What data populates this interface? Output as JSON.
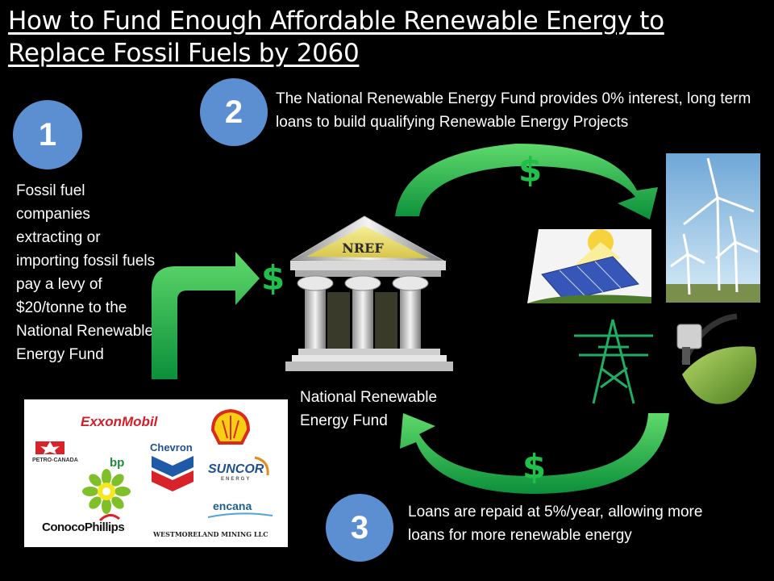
{
  "title": "How to Fund Enough Affordable Renewable Energy to Replace Fossil Fuels by 2060",
  "steps": {
    "one": {
      "number": "1",
      "text": "Fossil fuel companies extracting or importing fossil fuels pay a levy of $20/tonne to the National Renewable Energy Fund"
    },
    "two": {
      "number": "2",
      "text": "The National Renewable Energy Fund provides 0% interest, long term loans to build qualifying Renewable Energy Projects"
    },
    "three": {
      "number": "3",
      "text": "Loans are repaid at 5%/year, allowing more loans for more renewable energy"
    }
  },
  "fund": {
    "pediment_label": "NREF",
    "caption": "National Renewable Energy Fund"
  },
  "currency_symbol": "$",
  "logos": {
    "exxonmobil": "ExxonMobil",
    "petrocanada": "PETRO-CANADA",
    "bp": "bp",
    "chevron": "Chevron",
    "suncor": "SUNCOR",
    "suncor_sub": "ENERGY",
    "encana": "encana",
    "conocophillips": "ConocoPhillips",
    "westmoreland": "WESTMORELAND MINING LLC"
  },
  "colors": {
    "step_circle": "#5b8fd1",
    "arrow_green": "#1fbf4a",
    "background": "#000000"
  }
}
